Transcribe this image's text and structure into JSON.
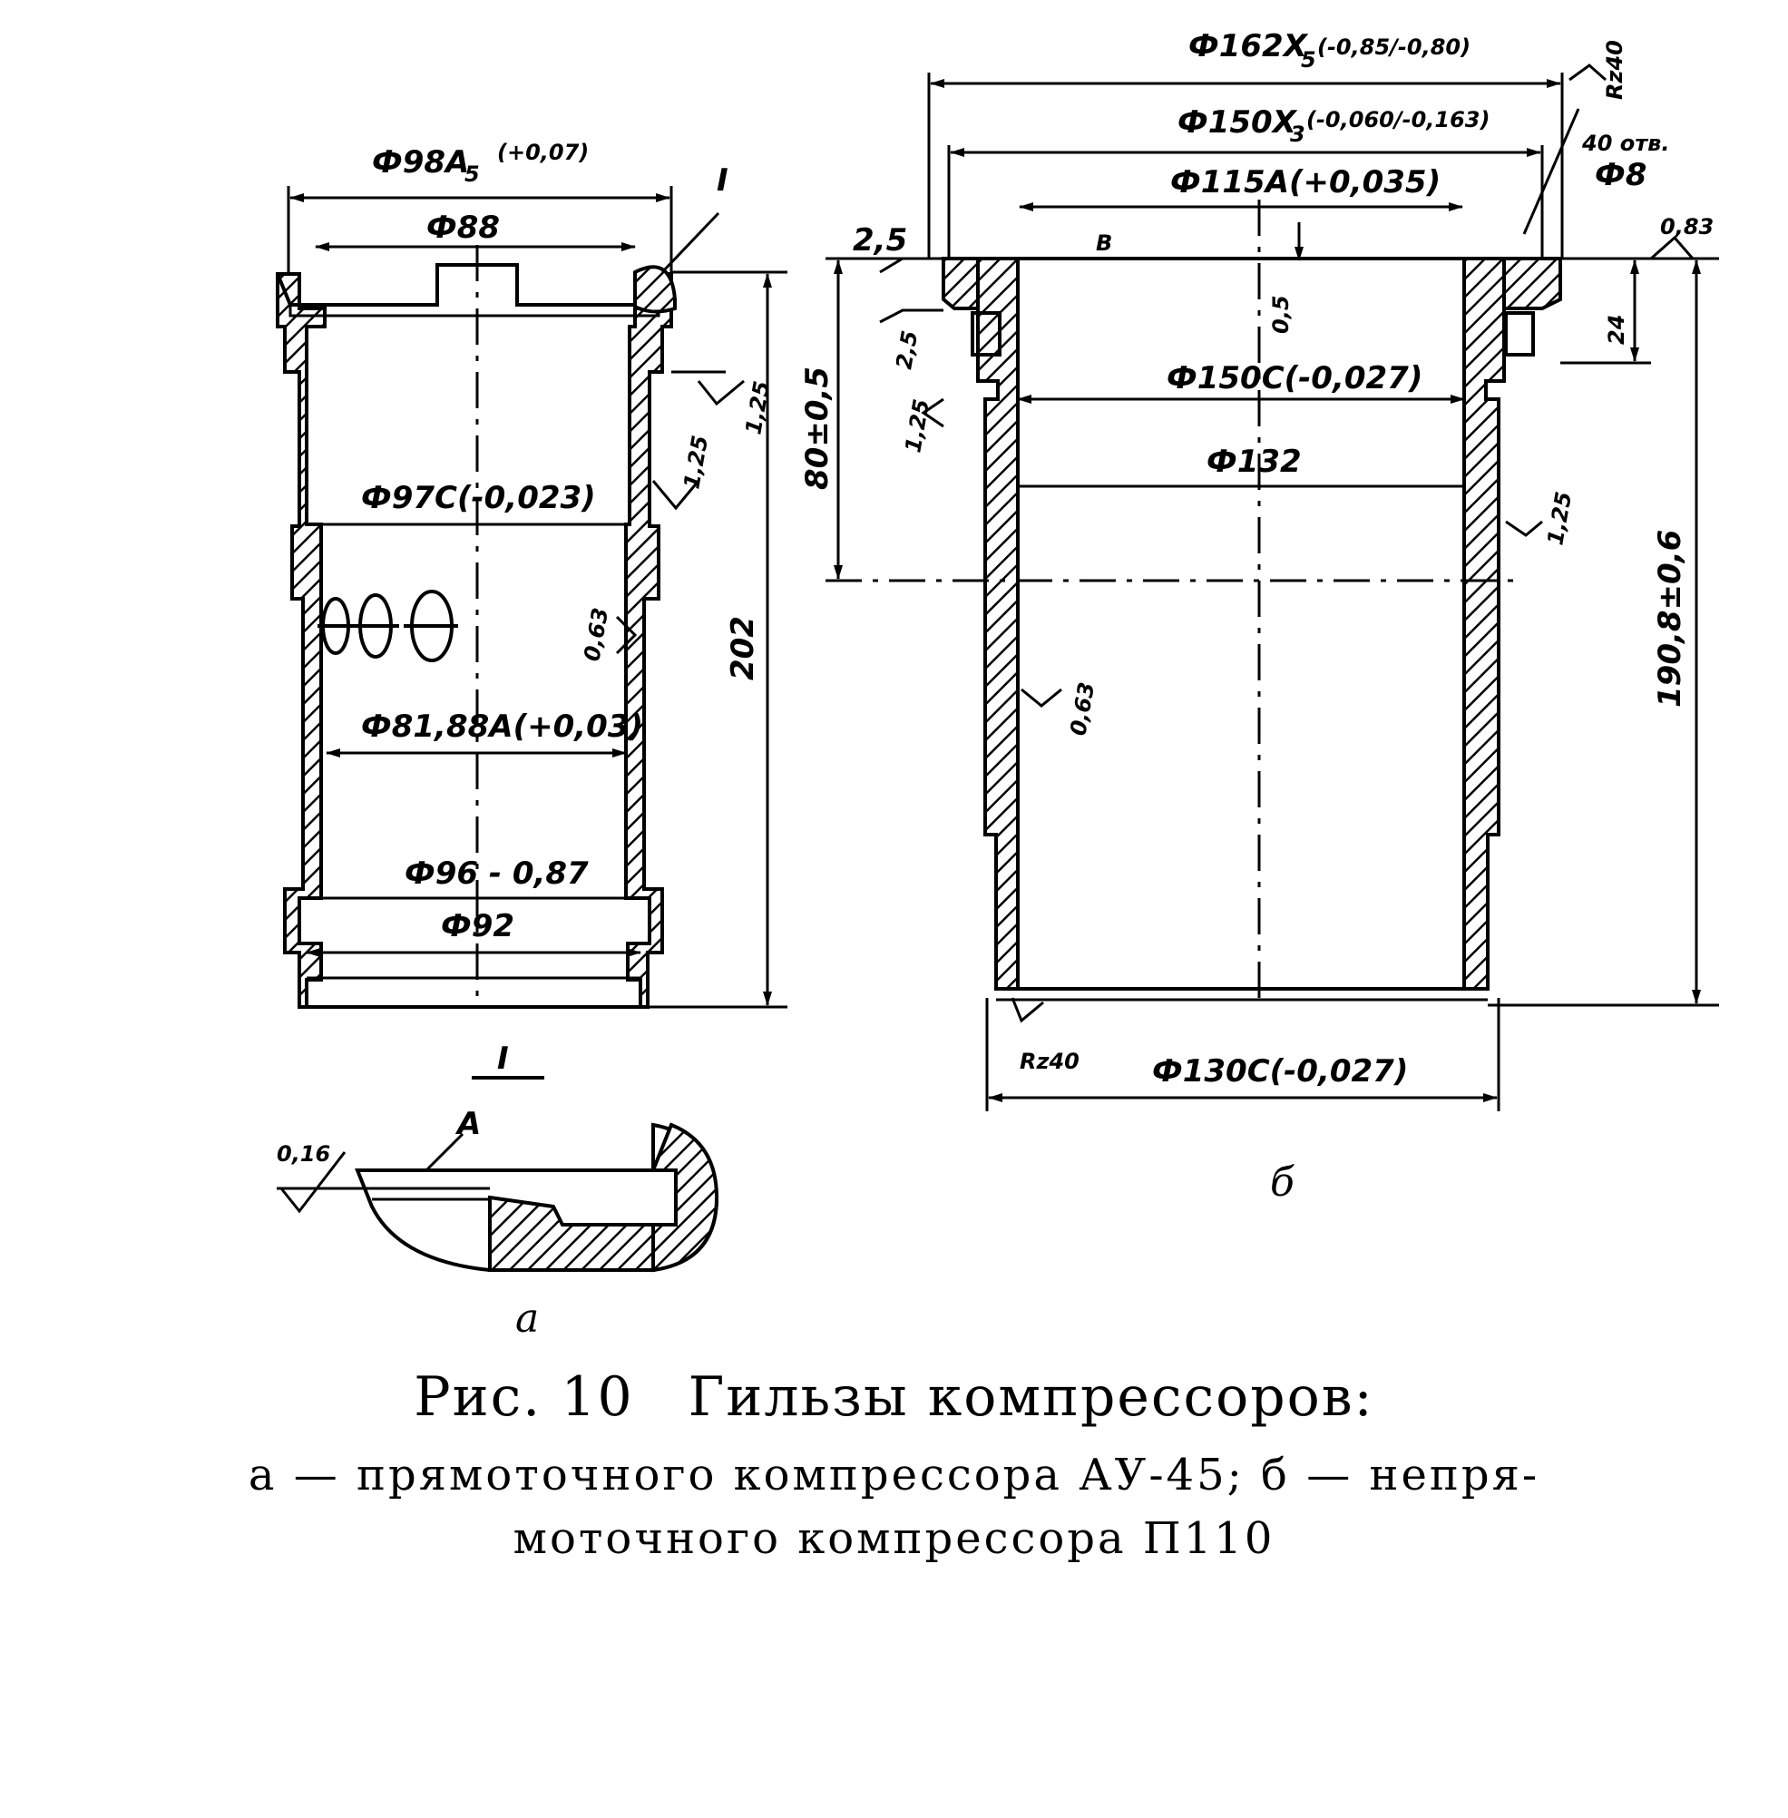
{
  "figure": {
    "number_label": "Рис. 10",
    "title": "Гильзы компрессоров:",
    "subtitle_line1": "а — прямоточного компрессора АУ-45; б — непря-",
    "subtitle_line2": "моточного компрессора П110"
  },
  "part_a": {
    "label": "а",
    "dims": {
      "d98": "Ф98A",
      "d98_sub": "5",
      "d98_tol": "(+0,07)",
      "d88": "Ф88",
      "ref_I": "I",
      "d97": "Ф97С(-0,023)",
      "d81": "Ф81,88A(+0,03)",
      "d96": "Ф96 - 0,87",
      "d92": "Ф92",
      "h202": "202",
      "r125": "1,25",
      "r125b": "1,25",
      "r063": "0,63"
    },
    "detail": {
      "label": "I",
      "point_A": "A",
      "rough": "0,16"
    }
  },
  "part_b": {
    "label": "б",
    "dims": {
      "d162": "Ф162X",
      "d162_sub": "5",
      "d162_tol": "(-0,85/-0,80)",
      "d150x": "Ф150X",
      "d150x_sub": "3",
      "d150x_tol": "(-0,060/-0,163)",
      "d115": "Ф115A(+0,035)",
      "d150c": "Ф150С(-0,027)",
      "d132": "Ф132",
      "d130": "Ф130С(-0,027)",
      "rz40_top": "Rz40",
      "holes": "40 отв.",
      "d8": "Ф8",
      "r083": "0,83",
      "v25a": "2,5",
      "v25b": "2,5",
      "v125a": "1,25",
      "v125b": "1,25",
      "v05": "0,5",
      "v24": "24",
      "h80": "80±0,5",
      "h190": "190,8±0,6",
      "r063": "0,63",
      "rz40_bot": "Rz40",
      "point_B": "B"
    }
  }
}
